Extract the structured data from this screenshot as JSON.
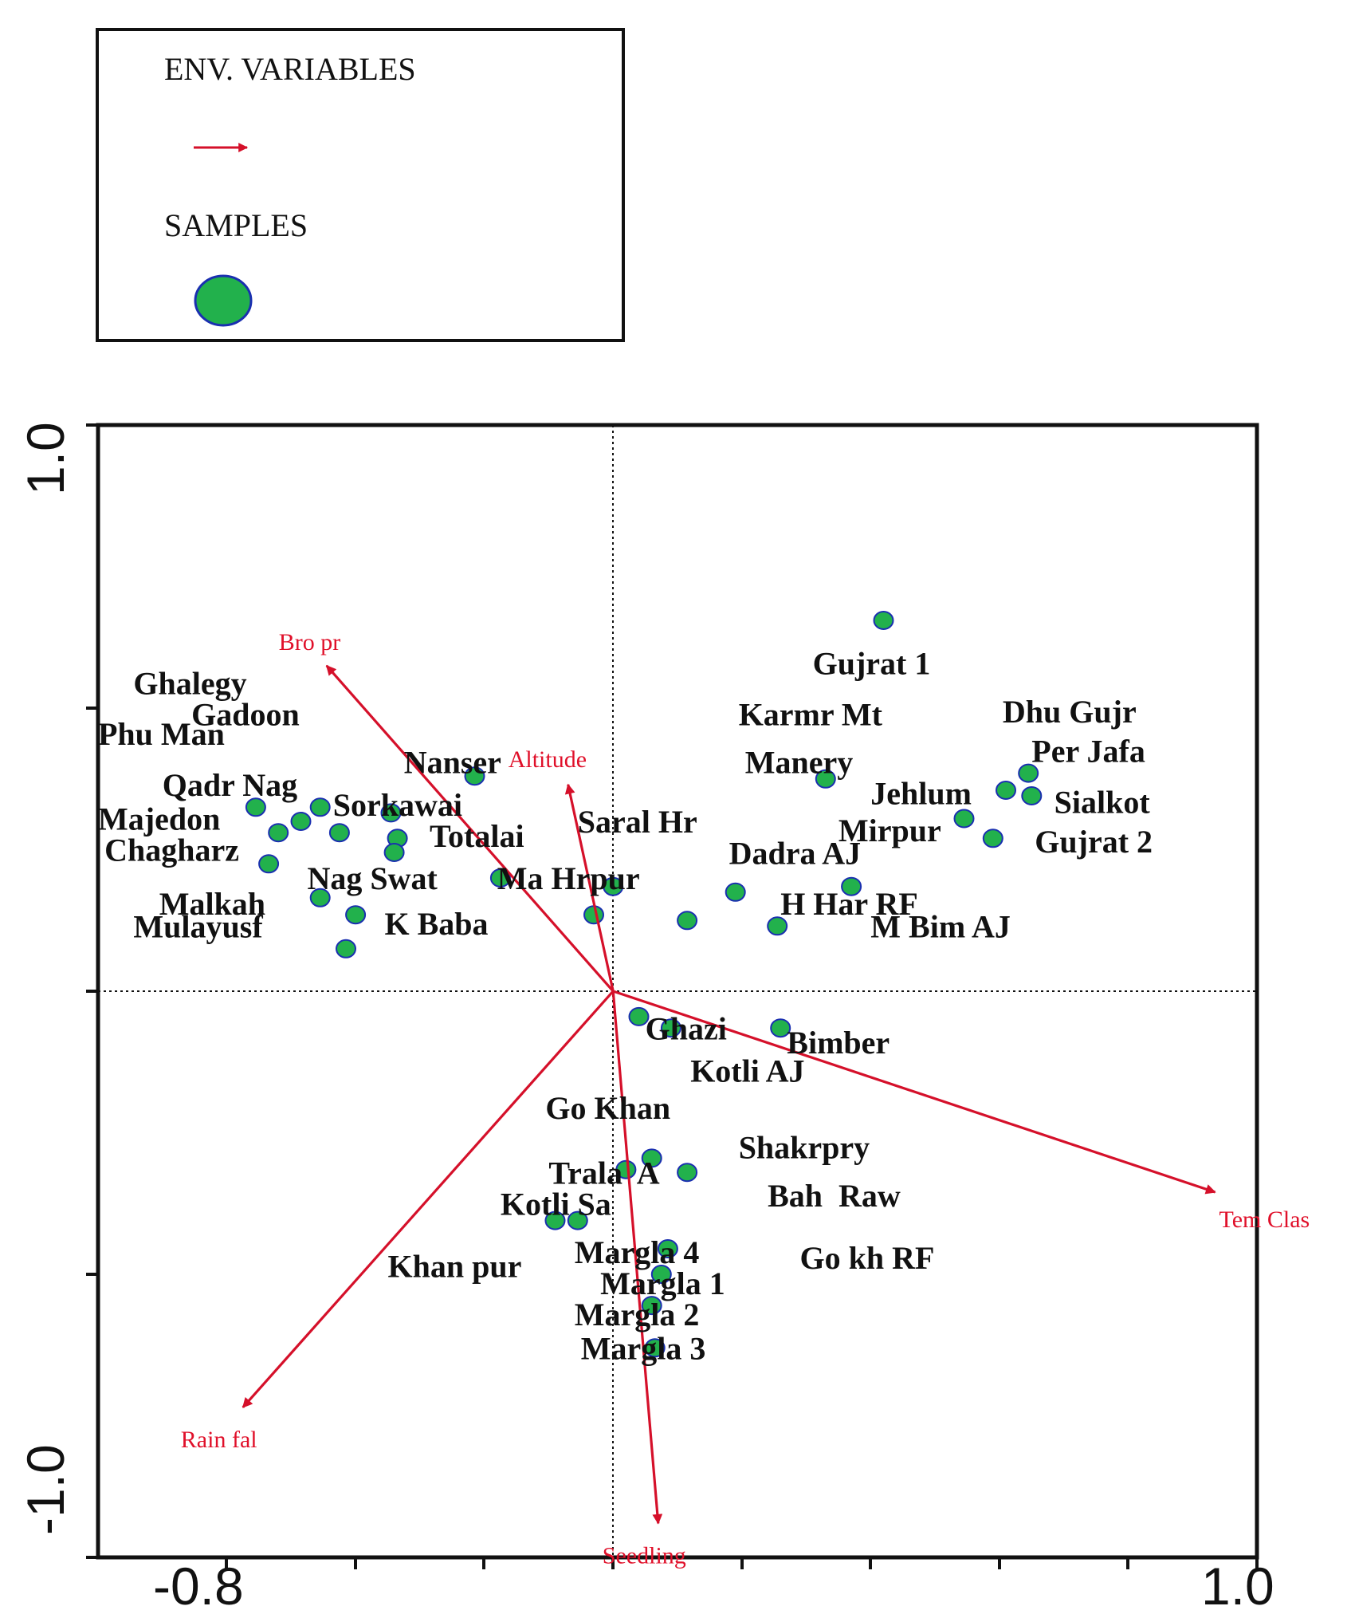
{
  "legend": {
    "env_title": "ENV. VARIABLES",
    "samples_title": "SAMPLES"
  },
  "colors": {
    "arrow": "#d5102a",
    "sample_fill": "#22b14c",
    "sample_edge": "#1a2fb0",
    "axis": "#111111"
  },
  "chart_data": {
    "type": "scatter",
    "subtype": "ordination biplot",
    "xlim": [
      -0.8,
      1.0
    ],
    "ylim": [
      -1.0,
      1.0
    ],
    "x_tick_labels": [
      "-0.8",
      "1.0"
    ],
    "y_tick_labels": [
      "1.0",
      "-1.0"
    ],
    "reference_lines": {
      "x": 0,
      "y": 0,
      "style": "dotted"
    },
    "env_variables": [
      {
        "name": "Bro pr",
        "x": -0.445,
        "y": 0.575
      },
      {
        "name": "Altitude",
        "x": -0.07,
        "y": 0.365
      },
      {
        "name": "Tem Clas",
        "x": 0.935,
        "y": -0.355
      },
      {
        "name": "Rain fal",
        "x": -0.575,
        "y": -0.735
      },
      {
        "name": "Seedling",
        "x": 0.07,
        "y": -0.94
      }
    ],
    "sample_points": [
      {
        "x": 0.42,
        "y": 0.655
      },
      {
        "x": -0.555,
        "y": 0.325
      },
      {
        "x": -0.455,
        "y": 0.325
      },
      {
        "x": -0.345,
        "y": 0.315
      },
      {
        "x": -0.52,
        "y": 0.28
      },
      {
        "x": -0.425,
        "y": 0.28
      },
      {
        "x": -0.485,
        "y": 0.3
      },
      {
        "x": -0.335,
        "y": 0.27
      },
      {
        "x": -0.34,
        "y": 0.245
      },
      {
        "x": -0.535,
        "y": 0.225
      },
      {
        "x": -0.215,
        "y": 0.38
      },
      {
        "x": -0.175,
        "y": 0.2
      },
      {
        "x": -0.455,
        "y": 0.165
      },
      {
        "x": -0.4,
        "y": 0.135
      },
      {
        "x": -0.415,
        "y": 0.075
      },
      {
        "x": -0.03,
        "y": 0.135
      },
      {
        "x": 0.0,
        "y": 0.185
      },
      {
        "x": 0.115,
        "y": 0.125
      },
      {
        "x": 0.19,
        "y": 0.175
      },
      {
        "x": 0.255,
        "y": 0.115
      },
      {
        "x": 0.37,
        "y": 0.185
      },
      {
        "x": 0.33,
        "y": 0.375
      },
      {
        "x": 0.545,
        "y": 0.305
      },
      {
        "x": 0.61,
        "y": 0.355
      },
      {
        "x": 0.645,
        "y": 0.385
      },
      {
        "x": 0.65,
        "y": 0.345
      },
      {
        "x": 0.59,
        "y": 0.27
      },
      {
        "x": 0.04,
        "y": -0.045
      },
      {
        "x": 0.09,
        "y": -0.065
      },
      {
        "x": 0.26,
        "y": -0.065
      },
      {
        "x": 0.02,
        "y": -0.315
      },
      {
        "x": 0.06,
        "y": -0.295
      },
      {
        "x": 0.115,
        "y": -0.32
      },
      {
        "x": -0.055,
        "y": -0.405
      },
      {
        "x": -0.09,
        "y": -0.405
      },
      {
        "x": 0.085,
        "y": -0.455
      },
      {
        "x": 0.075,
        "y": -0.5
      },
      {
        "x": 0.06,
        "y": -0.555
      },
      {
        "x": 0.065,
        "y": -0.63
      }
    ],
    "site_labels": [
      {
        "text": "Gujrat 1",
        "x": 0.31,
        "y": 0.56
      },
      {
        "text": "Ghalegy",
        "x": -0.745,
        "y": 0.525
      },
      {
        "text": "Gadoon",
        "x": -0.655,
        "y": 0.47
      },
      {
        "text": "Karmr Mt",
        "x": 0.195,
        "y": 0.47
      },
      {
        "text": "Dhu Gujr",
        "x": 0.605,
        "y": 0.475
      },
      {
        "text": "Phu Man",
        "x": -0.8,
        "y": 0.435
      },
      {
        "text": "Per Jafa",
        "x": 0.65,
        "y": 0.405
      },
      {
        "text": "Nanser",
        "x": -0.325,
        "y": 0.385
      },
      {
        "text": "Manery",
        "x": 0.205,
        "y": 0.385
      },
      {
        "text": "Qadr Nag",
        "x": -0.7,
        "y": 0.345
      },
      {
        "text": "Jehlum",
        "x": 0.4,
        "y": 0.33
      },
      {
        "text": "Sialkot",
        "x": 0.685,
        "y": 0.315
      },
      {
        "text": "Sorkawai",
        "x": -0.435,
        "y": 0.31
      },
      {
        "text": "Majedon",
        "x": -0.8,
        "y": 0.285
      },
      {
        "text": "Saral Hr",
        "x": -0.055,
        "y": 0.28
      },
      {
        "text": "Mirpur",
        "x": 0.35,
        "y": 0.265
      },
      {
        "text": "Totalai",
        "x": -0.285,
        "y": 0.255
      },
      {
        "text": "Gujrat 2",
        "x": 0.655,
        "y": 0.245
      },
      {
        "text": "Chagharz",
        "x": -0.79,
        "y": 0.23
      },
      {
        "text": "Dadra AJ",
        "x": 0.18,
        "y": 0.225
      },
      {
        "text": "Nag Swat",
        "x": -0.475,
        "y": 0.18
      },
      {
        "text": "Ma Hrpur",
        "x": -0.18,
        "y": 0.18
      },
      {
        "text": "Malkah",
        "x": -0.705,
        "y": 0.135
      },
      {
        "text": "H Har RF",
        "x": 0.26,
        "y": 0.135
      },
      {
        "text": "Mulayusf",
        "x": -0.745,
        "y": 0.095
      },
      {
        "text": "K Baba",
        "x": -0.355,
        "y": 0.1
      },
      {
        "text": "M Bim AJ",
        "x": 0.4,
        "y": 0.095
      },
      {
        "text": "Ghazi",
        "x": 0.05,
        "y": -0.085
      },
      {
        "text": "Bimber",
        "x": 0.27,
        "y": -0.11
      },
      {
        "text": "Kotli AJ",
        "x": 0.12,
        "y": -0.16
      },
      {
        "text": "Go Khan",
        "x": -0.105,
        "y": -0.225
      },
      {
        "text": "Shakrpry",
        "x": 0.195,
        "y": -0.295
      },
      {
        "text": "Trala  A",
        "x": -0.1,
        "y": -0.34
      },
      {
        "text": "Bah  Raw",
        "x": 0.24,
        "y": -0.38
      },
      {
        "text": "Kotli Sa",
        "x": -0.175,
        "y": -0.395
      },
      {
        "text": "Margla 4",
        "x": -0.06,
        "y": -0.48
      },
      {
        "text": "Go kh RF",
        "x": 0.29,
        "y": -0.49
      },
      {
        "text": "Khan pur",
        "x": -0.35,
        "y": -0.505
      },
      {
        "text": "Margla 1",
        "x": -0.02,
        "y": -0.535
      },
      {
        "text": "Margla 2",
        "x": -0.06,
        "y": -0.59
      },
      {
        "text": "Margla 3",
        "x": -0.05,
        "y": -0.65
      }
    ]
  }
}
